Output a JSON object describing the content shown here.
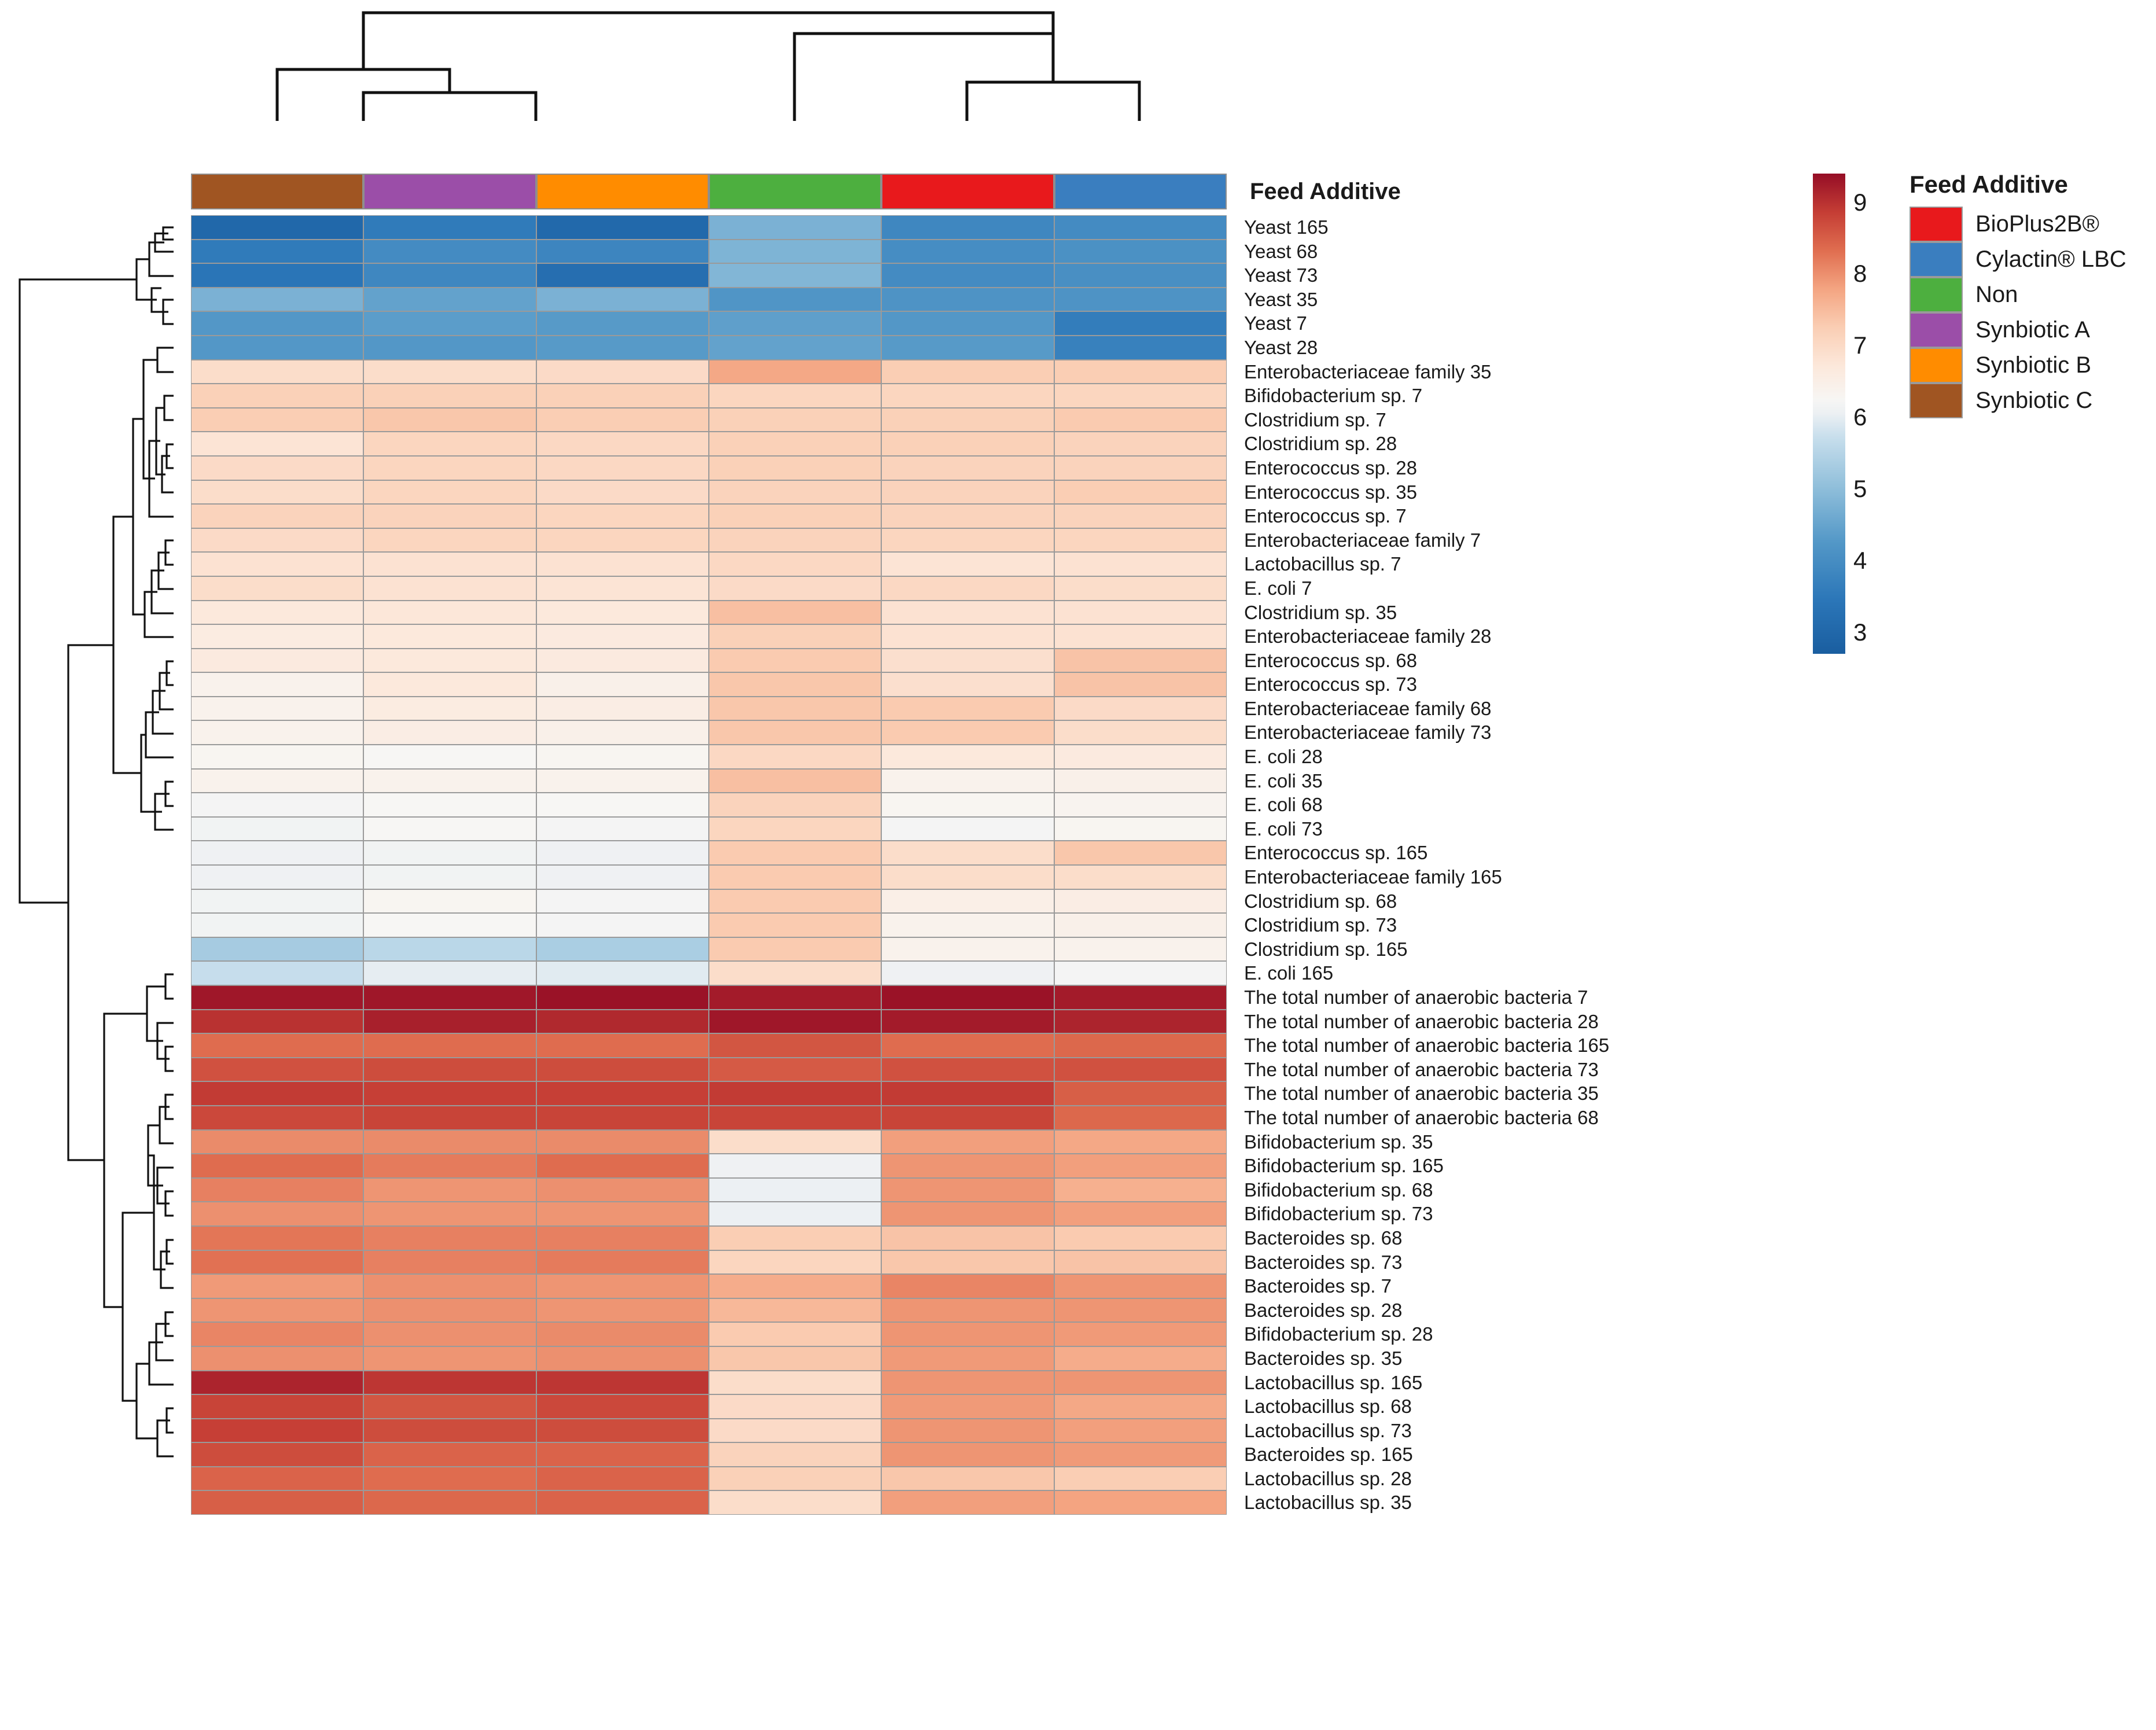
{
  "annotation_title": "Feed Additive",
  "legend": {
    "title": "Feed Additive",
    "items": [
      {
        "label": "BioPlus2B®",
        "color": "#e8191c"
      },
      {
        "label": "Cylactin® LBC",
        "color": "#3a7ebf"
      },
      {
        "label": "Non",
        "color": "#4daf3f"
      },
      {
        "label": "Synbiotic A",
        "color": "#9b4ea8"
      },
      {
        "label": "Synbiotic B",
        "color": "#ff8c00"
      },
      {
        "label": "Synbiotic C",
        "color": "#a05522"
      }
    ]
  },
  "colorbar": {
    "ticks": [
      9,
      8,
      7,
      6,
      5,
      4,
      3
    ],
    "vmin": 2.7,
    "vmax": 9.4,
    "low_color": "#2b76b8",
    "mid_color": "#f7f6f4",
    "high_color": "#a5112b"
  },
  "chart_data": {
    "type": "heatmap",
    "title": "",
    "xlabel": "",
    "ylabel": "",
    "legend_position": "right",
    "grid": true,
    "value_range": [
      2.7,
      9.4
    ],
    "colormap": "RdBu_r",
    "columns": [
      {
        "label": "Synbiotic C",
        "color": "#a05522"
      },
      {
        "label": "Synbiotic A",
        "color": "#9b4ea8"
      },
      {
        "label": "Synbiotic B",
        "color": "#ff8c00"
      },
      {
        "label": "Non",
        "color": "#4daf3f"
      },
      {
        "label": "BioPlus2B®",
        "color": "#e8191c"
      },
      {
        "label": "Cylactin® LBC",
        "color": "#3a7ebf"
      }
    ],
    "rows": [
      {
        "label": "Yeast 165",
        "values": [
          3.0,
          3.55,
          3.05,
          4.75,
          3.85,
          3.95
        ]
      },
      {
        "label": "Yeast 68",
        "values": [
          3.55,
          3.95,
          3.8,
          4.8,
          4.0,
          4.1
        ]
      },
      {
        "label": "Yeast 73",
        "values": [
          3.4,
          3.85,
          3.2,
          4.85,
          3.95,
          4.05
        ]
      },
      {
        "label": "Yeast 35",
        "values": [
          4.75,
          4.45,
          4.75,
          4.2,
          4.15,
          4.15
        ]
      },
      {
        "label": "Yeast 7",
        "values": [
          4.25,
          4.35,
          4.3,
          4.4,
          4.25,
          3.6
        ]
      },
      {
        "label": "Yeast 28",
        "values": [
          4.25,
          4.25,
          4.3,
          4.45,
          4.3,
          3.7
        ]
      },
      {
        "label": "Enterobacteriaceae family 35",
        "values": [
          6.95,
          6.95,
          7.0,
          7.75,
          7.25,
          7.25
        ]
      },
      {
        "label": "Bifidobacterium sp. 7",
        "values": [
          7.2,
          7.2,
          7.2,
          7.1,
          7.1,
          7.1
        ]
      },
      {
        "label": "Clostridium sp. 7",
        "values": [
          7.25,
          7.35,
          7.25,
          7.2,
          7.2,
          7.3
        ]
      },
      {
        "label": "Clostridium sp. 28",
        "values": [
          6.8,
          7.1,
          7.05,
          7.2,
          7.2,
          7.15
        ]
      },
      {
        "label": "Enterococcus sp. 28",
        "values": [
          7.0,
          7.1,
          7.05,
          7.2,
          7.15,
          7.15
        ]
      },
      {
        "label": "Enterococcus sp. 35",
        "values": [
          6.95,
          7.1,
          7.0,
          7.15,
          7.15,
          7.25
        ]
      },
      {
        "label": "Enterococcus sp. 7",
        "values": [
          7.15,
          7.15,
          7.1,
          7.2,
          7.15,
          7.15
        ]
      },
      {
        "label": "Enterobacteriaceae family 7",
        "values": [
          7.0,
          7.1,
          7.1,
          7.15,
          7.1,
          7.1
        ]
      },
      {
        "label": "Lactobacillus sp. 7",
        "values": [
          6.85,
          6.85,
          6.85,
          7.05,
          6.8,
          6.85
        ]
      },
      {
        "label": "E. coli 7",
        "values": [
          6.95,
          6.85,
          6.8,
          7.0,
          7.05,
          6.95
        ]
      },
      {
        "label": "Clostridium sp. 35",
        "values": [
          6.7,
          6.75,
          6.7,
          7.45,
          6.85,
          6.85
        ]
      },
      {
        "label": "Enterobacteriaceae family 28",
        "values": [
          6.6,
          6.7,
          6.65,
          7.2,
          6.85,
          6.85
        ]
      },
      {
        "label": "Enterococcus sp. 68",
        "values": [
          6.65,
          6.7,
          6.65,
          7.3,
          6.9,
          7.4
        ]
      },
      {
        "label": "Enterococcus sp. 73",
        "values": [
          6.4,
          6.7,
          6.45,
          7.35,
          6.9,
          7.4
        ]
      },
      {
        "label": "Enterobacteriaceae family 68",
        "values": [
          6.4,
          6.6,
          6.55,
          7.35,
          7.3,
          7.0
        ]
      },
      {
        "label": "Enterobacteriaceae family 73",
        "values": [
          6.4,
          6.55,
          6.45,
          7.35,
          7.3,
          6.95
        ]
      },
      {
        "label": "E. coli 28",
        "values": [
          6.3,
          6.25,
          6.3,
          7.05,
          6.7,
          6.65
        ]
      },
      {
        "label": "E. coli 35",
        "values": [
          6.4,
          6.4,
          6.4,
          7.45,
          6.4,
          6.45
        ]
      },
      {
        "label": "E. coli 68",
        "values": [
          6.2,
          6.25,
          6.25,
          7.15,
          6.3,
          6.35
        ]
      },
      {
        "label": "E. coli 73",
        "values": [
          6.15,
          6.25,
          6.2,
          7.1,
          6.2,
          6.3
        ]
      },
      {
        "label": "Enterococcus sp. 165",
        "values": [
          6.1,
          6.15,
          6.1,
          7.3,
          6.95,
          7.35
        ]
      },
      {
        "label": "Enterobacteriaceae family 165",
        "values": [
          6.1,
          6.15,
          6.1,
          7.3,
          6.95,
          6.95
        ]
      },
      {
        "label": "Clostridium sp. 68",
        "values": [
          6.15,
          6.3,
          6.2,
          7.3,
          6.5,
          6.55
        ]
      },
      {
        "label": "Clostridium sp. 73",
        "values": [
          6.15,
          6.25,
          6.2,
          7.3,
          6.4,
          6.45
        ]
      },
      {
        "label": "Clostridium sp. 165",
        "values": [
          5.3,
          5.55,
          5.35,
          7.3,
          6.4,
          6.4
        ]
      },
      {
        "label": "E. coli 165",
        "values": [
          5.7,
          6.0,
          5.95,
          6.95,
          6.1,
          6.2
        ]
      },
      {
        "label": "The total number of anaerobic bacteria 7",
        "values": [
          9.3,
          9.3,
          9.35,
          9.25,
          9.35,
          9.25
        ]
      },
      {
        "label": "The total number of anaerobic bacteria 28",
        "values": [
          9.0,
          9.2,
          9.1,
          9.3,
          9.25,
          9.15
        ]
      },
      {
        "label": "The total number of anaerobic bacteria 165",
        "values": [
          8.35,
          8.35,
          8.35,
          8.6,
          8.35,
          8.4
        ]
      },
      {
        "label": "The total number of anaerobic bacteria 73",
        "values": [
          8.65,
          8.7,
          8.7,
          8.55,
          8.65,
          8.65
        ]
      },
      {
        "label": "The total number of anaerobic bacteria 35",
        "values": [
          8.9,
          8.85,
          8.85,
          8.9,
          8.9,
          8.5
        ]
      },
      {
        "label": "The total number of anaerobic bacteria 68",
        "values": [
          8.75,
          8.8,
          8.8,
          8.8,
          8.8,
          8.4
        ]
      },
      {
        "label": "Bifidobacterium sp. 35",
        "values": [
          8.05,
          8.05,
          8.05,
          6.95,
          7.85,
          7.75
        ]
      },
      {
        "label": "Bifidobacterium sp. 165",
        "values": [
          8.35,
          8.2,
          8.35,
          6.1,
          7.95,
          7.85
        ]
      },
      {
        "label": "Bifidobacterium sp. 68",
        "values": [
          8.15,
          7.95,
          8.0,
          6.05,
          7.95,
          7.65
        ]
      },
      {
        "label": "Bifidobacterium sp. 73",
        "values": [
          8.0,
          7.95,
          7.95,
          6.05,
          7.95,
          7.85
        ]
      },
      {
        "label": "Bacteroides sp. 68",
        "values": [
          8.25,
          8.15,
          8.15,
          7.25,
          7.4,
          7.3
        ]
      },
      {
        "label": "Bacteroides sp. 73",
        "values": [
          8.3,
          8.15,
          8.2,
          7.1,
          7.35,
          7.4
        ]
      },
      {
        "label": "Bacteroides sp. 7",
        "values": [
          7.9,
          8.0,
          7.95,
          7.7,
          8.1,
          7.95
        ]
      },
      {
        "label": "Bacteroides sp. 28",
        "values": [
          7.95,
          8.0,
          7.95,
          7.55,
          7.95,
          7.95
        ]
      },
      {
        "label": "Bifidobacterium sp. 28",
        "values": [
          8.1,
          8.0,
          8.05,
          7.3,
          7.95,
          7.9
        ]
      },
      {
        "label": "Bacteroides sp. 35",
        "values": [
          8.0,
          7.95,
          8.0,
          7.35,
          7.9,
          7.7
        ]
      },
      {
        "label": "Lactobacillus sp. 165",
        "values": [
          9.15,
          8.95,
          8.95,
          6.95,
          7.95,
          7.95
        ]
      },
      {
        "label": "Lactobacillus sp. 68",
        "values": [
          8.8,
          8.6,
          8.75,
          7.0,
          7.9,
          7.75
        ]
      },
      {
        "label": "Lactobacillus sp. 73",
        "values": [
          8.85,
          8.7,
          8.7,
          7.0,
          7.95,
          7.85
        ]
      },
      {
        "label": "Bacteroides sp. 165",
        "values": [
          8.7,
          8.45,
          8.45,
          7.15,
          7.95,
          7.9
        ]
      },
      {
        "label": "Lactobacillus sp. 28",
        "values": [
          8.45,
          8.35,
          8.45,
          7.2,
          7.35,
          7.25
        ]
      },
      {
        "label": "Lactobacillus sp. 35",
        "values": [
          8.5,
          8.4,
          8.45,
          6.95,
          7.85,
          7.8
        ]
      }
    ]
  }
}
